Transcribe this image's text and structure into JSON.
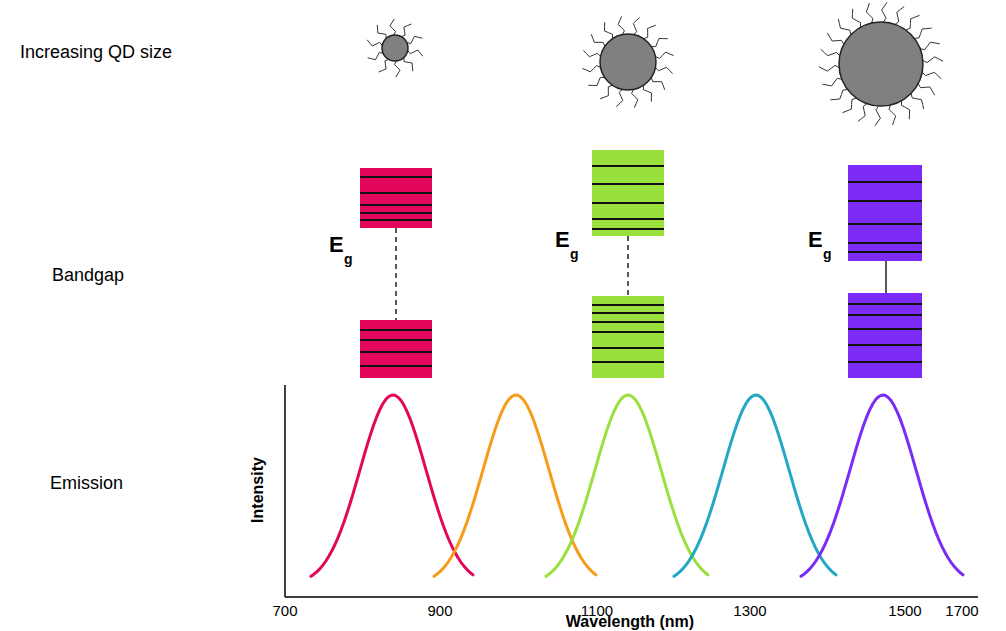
{
  "diagram": {
    "labels": [
      "Increasing QD size",
      "Bandgap",
      "Emission",
      "E",
      "g",
      "E",
      "g",
      "E",
      "g",
      "Intensity",
      "700",
      "900",
      "1100",
      "1300",
      "1500",
      "1700",
      "Wavelength (nm)"
    ]
  }
}
